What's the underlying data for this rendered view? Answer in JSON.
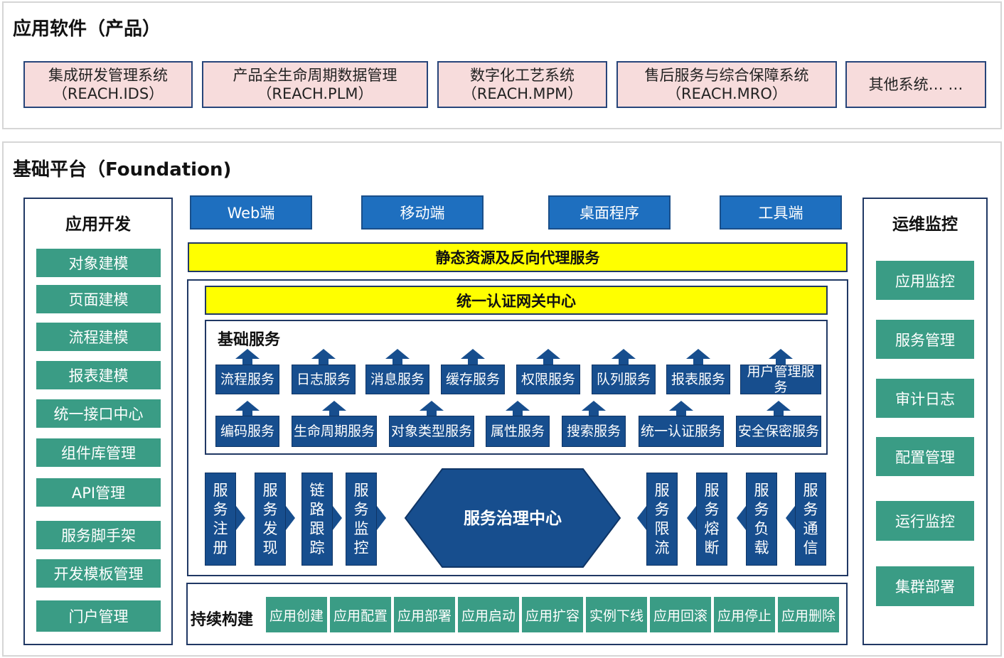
{
  "apps": {
    "title": "应用软件（产品）",
    "items": [
      {
        "line1": "集成研发管理系统",
        "line2": "（REACH.IDS）"
      },
      {
        "line1": "产品全生命周期数据管理",
        "line2": "（REACH.PLM）"
      },
      {
        "line1": "数字化工艺系统",
        "line2": "（REACH.MPM）"
      },
      {
        "line1": "售后服务与综合保障系统",
        "line2": "（REACH.MRO）"
      },
      {
        "line1": "其他系统… …",
        "line2": ""
      }
    ]
  },
  "foundation": {
    "title": "基础平台（Foundation)",
    "app_dev": {
      "title": "应用开发",
      "items": [
        "对象建模",
        "页面建模",
        "流程建模",
        "报表建模",
        "统一接口中心",
        "组件库管理",
        "API管理",
        "服务脚手架",
        "开发模板管理",
        "门户管理"
      ]
    },
    "clients": [
      "Web端",
      "移动端",
      "桌面程序",
      "工具端"
    ],
    "proxy": "静态资源及反向代理服务",
    "gateway": "统一认证网关中心",
    "basic_services": {
      "title": "基础服务",
      "row1": [
        "流程服务",
        "日志服务",
        "消息服务",
        "缓存服务",
        "权限服务",
        "队列服务",
        "报表服务",
        "用户管理服务"
      ],
      "row2": [
        "编码服务",
        "生命周期服务",
        "对象类型服务",
        "属性服务",
        "搜索服务",
        "统一认证服务",
        "安全保密服务"
      ]
    },
    "governance": {
      "center": "服务治理中心",
      "left": [
        "服务注册",
        "服务发现",
        "链路跟踪",
        "服务监控"
      ],
      "right": [
        "服务限流",
        "服务熔断",
        "服务负载",
        "服务通信"
      ]
    },
    "ci": {
      "title": "持续构建",
      "items": [
        "应用创建",
        "应用配置",
        "应用部署",
        "应用启动",
        "应用扩容",
        "实例下线",
        "应用回滚",
        "应用停止",
        "应用删除"
      ]
    },
    "ops": {
      "title": "运维监控",
      "items": [
        "应用监控",
        "服务管理",
        "审计日志",
        "配置管理",
        "运行监控",
        "集群部署"
      ]
    }
  }
}
